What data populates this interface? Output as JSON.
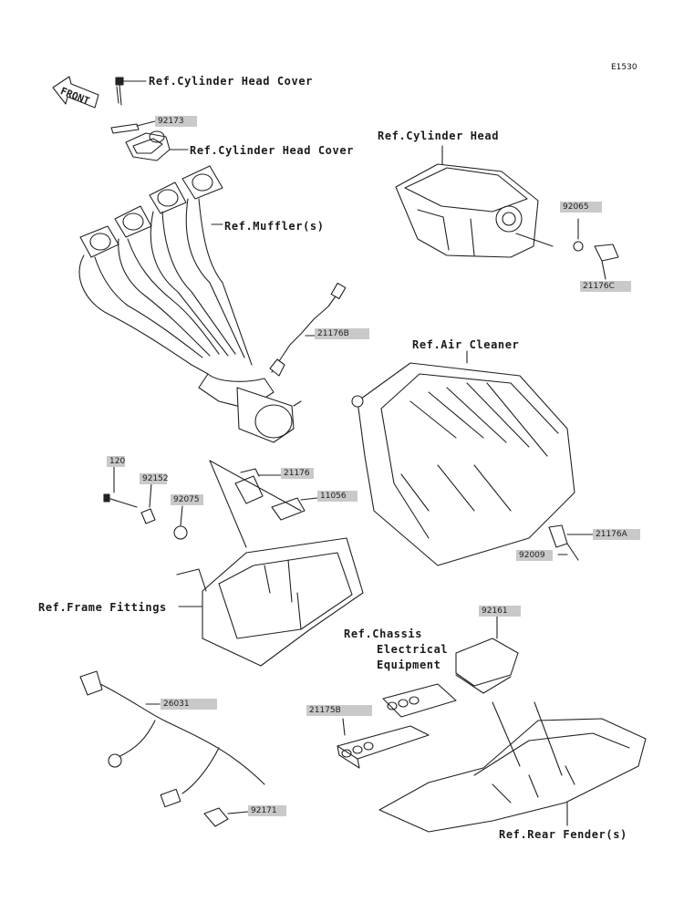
{
  "diagram_code": "E1530",
  "front_label": "FRONT",
  "parts": {
    "p92173": "92173",
    "p92065": "92065",
    "p21176C": "21176C",
    "p21176B": "21176B",
    "p120": "120",
    "p92152": "92152",
    "p92075": "92075",
    "p21176": "21176",
    "p11056": "11056",
    "p21176A": "21176A",
    "p92009": "92009",
    "p92161": "92161",
    "p21175B": "21175B",
    "p26031": "26031",
    "p92171": "92171"
  },
  "refs": {
    "cyl_head_cover_1": "Ref.Cylinder Head Cover",
    "cyl_head_cover_2": "Ref.Cylinder Head Cover",
    "cyl_head": "Ref.Cylinder Head",
    "muffler": "Ref.Muffler(s)",
    "air_cleaner": "Ref.Air Cleaner",
    "frame_fittings": "Ref.Frame Fittings",
    "chassis_line1": "Ref.Chassis",
    "chassis_line2": "Electrical",
    "chassis_line3": "Equipment",
    "rear_fender": "Ref.Rear Fender(s)"
  }
}
